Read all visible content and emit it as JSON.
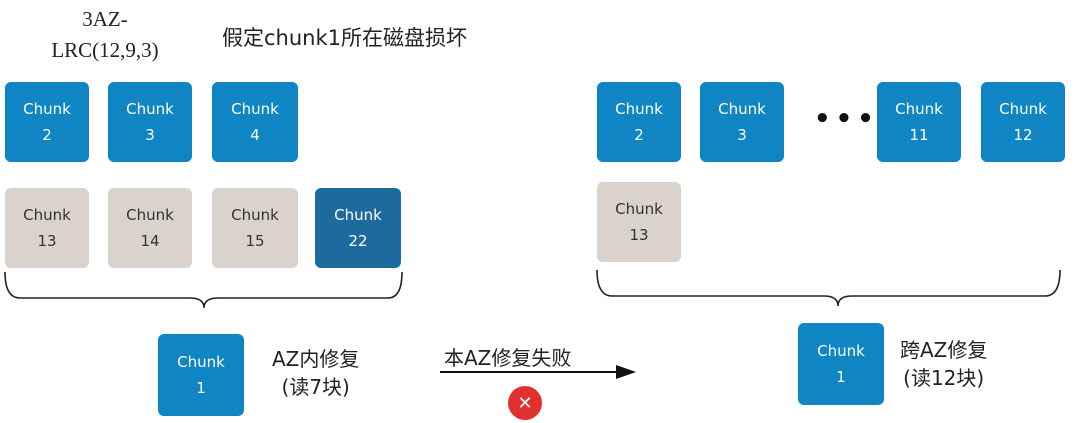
{
  "code_label": [
    "3AZ-",
    "LRC(12,9,3)"
  ],
  "assumption": "假定chunk1所在磁盘损坏",
  "left": {
    "row1": [
      {
        "line1": "Chunk",
        "line2": "2"
      },
      {
        "line1": "Chunk",
        "line2": "3"
      },
      {
        "line1": "Chunk",
        "line2": "4"
      }
    ],
    "row2": [
      {
        "line1": "Chunk",
        "line2": "13"
      },
      {
        "line1": "Chunk",
        "line2": "14"
      },
      {
        "line1": "Chunk",
        "line2": "15"
      },
      {
        "line1": "Chunk",
        "line2": "22"
      }
    ],
    "target": {
      "line1": "Chunk",
      "line2": "1"
    },
    "repair_label": [
      "AZ内修复",
      "(读7块)"
    ]
  },
  "arrow_label": "本AZ修复失败",
  "fail_icon": "✕",
  "right": {
    "row1": [
      {
        "line1": "Chunk",
        "line2": "2"
      },
      {
        "line1": "Chunk",
        "line2": "3"
      },
      {
        "line1": "Chunk",
        "line2": "11"
      },
      {
        "line1": "Chunk",
        "line2": "12"
      }
    ],
    "ellipsis": "•••",
    "row2": [
      {
        "line1": "Chunk",
        "line2": "13"
      }
    ],
    "target": {
      "line1": "Chunk",
      "line2": "1"
    },
    "repair_label": [
      "跨AZ修复",
      "(读12块)"
    ]
  },
  "colors": {
    "data_chunk": "#0f86c3",
    "global_parity_chunk": "#1c6a9e",
    "local_parity_chunk": "#d9d3cc",
    "fail_icon": "#e03030"
  }
}
